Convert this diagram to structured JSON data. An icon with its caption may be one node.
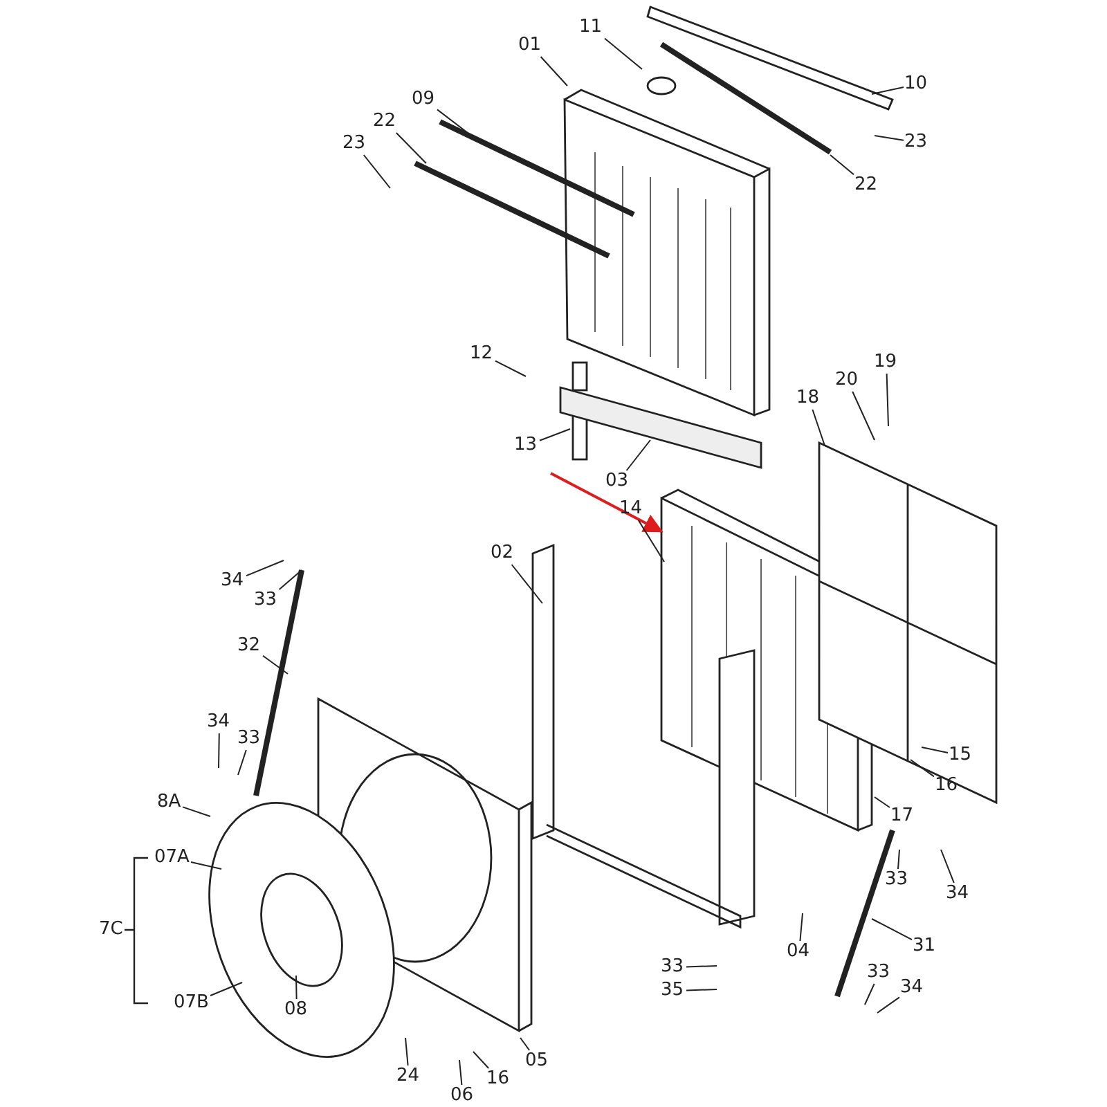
{
  "diagram": {
    "nodes": [
      {
        "text": [
          "01"
        ]
      },
      {
        "text": [
          "11"
        ]
      },
      {
        "text": [
          "10"
        ]
      },
      {
        "text": [
          "09"
        ]
      },
      {
        "text": [
          "22"
        ]
      },
      {
        "text": [
          "23"
        ]
      },
      {
        "text": [
          "23"
        ]
      },
      {
        "text": [
          "22"
        ]
      },
      {
        "text": [
          "12"
        ]
      },
      {
        "text": [
          "13"
        ]
      },
      {
        "text": [
          "03"
        ]
      },
      {
        "text": [
          "18"
        ]
      },
      {
        "text": [
          "20"
        ]
      },
      {
        "text": [
          "19"
        ]
      },
      {
        "text": [
          "14"
        ]
      },
      {
        "text": [
          "02"
        ]
      },
      {
        "text": [
          "34"
        ]
      },
      {
        "text": [
          "33"
        ]
      },
      {
        "text": [
          "32"
        ]
      },
      {
        "text": [
          "34"
        ]
      },
      {
        "text": [
          "33"
        ]
      },
      {
        "text": [
          "8A"
        ]
      },
      {
        "text": [
          "07A"
        ]
      },
      {
        "text": [
          "07B"
        ]
      },
      {
        "text": [
          "08"
        ]
      },
      {
        "text": [
          "15"
        ]
      },
      {
        "text": [
          "16"
        ]
      },
      {
        "text": [
          "17"
        ]
      },
      {
        "text": [
          "33"
        ]
      },
      {
        "text": [
          "34"
        ]
      },
      {
        "text": [
          "31"
        ]
      },
      {
        "text": [
          "04"
        ]
      },
      {
        "text": [
          "33"
        ]
      },
      {
        "text": [
          "35"
        ]
      },
      {
        "text": [
          "33"
        ]
      },
      {
        "text": [
          "34"
        ]
      },
      {
        "text": [
          "24"
        ]
      },
      {
        "text": [
          "16"
        ]
      },
      {
        "text": [
          "06"
        ]
      },
      {
        "text": [
          "05"
        ]
      }
    ],
    "edges": [
      {
        "from": 0,
        "to": null,
        "arrow": "none"
      },
      {
        "from": 1,
        "to": null,
        "arrow": "none"
      },
      {
        "from": 2,
        "to": null,
        "arrow": "none"
      },
      {
        "from": 3,
        "to": null,
        "arrow": "none"
      },
      {
        "from": 4,
        "to": null,
        "arrow": "none"
      },
      {
        "from": 5,
        "to": null,
        "arrow": "none"
      },
      {
        "from": 6,
        "to": null,
        "arrow": "none"
      },
      {
        "from": 7,
        "to": null,
        "arrow": "none"
      },
      {
        "from": 8,
        "to": null,
        "arrow": "none"
      },
      {
        "from": 9,
        "to": null,
        "arrow": "none"
      },
      {
        "from": 10,
        "to": null,
        "arrow": "none"
      },
      {
        "from": 11,
        "to": null,
        "arrow": "none"
      },
      {
        "from": 12,
        "to": null,
        "arrow": "none"
      },
      {
        "from": 13,
        "to": null,
        "arrow": "none"
      },
      {
        "from": 14,
        "to": null,
        "arrow": "none"
      },
      {
        "from": 15,
        "to": null,
        "arrow": "none"
      },
      {
        "from": 16,
        "to": null,
        "arrow": "none"
      },
      {
        "from": 17,
        "to": null,
        "arrow": "none"
      },
      {
        "from": 18,
        "to": null,
        "arrow": "none"
      },
      {
        "from": 19,
        "to": null,
        "arrow": "none"
      },
      {
        "from": 20,
        "to": null,
        "arrow": "none"
      },
      {
        "from": 21,
        "to": null,
        "arrow": "none"
      },
      {
        "from": 22,
        "to": null,
        "arrow": "none"
      },
      {
        "from": 23,
        "to": null,
        "arrow": "none"
      },
      {
        "from": 24,
        "to": null,
        "arrow": "none"
      },
      {
        "from": 25,
        "to": null,
        "arrow": "none"
      },
      {
        "from": 26,
        "to": null,
        "arrow": "none"
      },
      {
        "from": 27,
        "to": null,
        "arrow": "none"
      },
      {
        "from": 28,
        "to": null,
        "arrow": "none"
      },
      {
        "from": 29,
        "to": null,
        "arrow": "none"
      },
      {
        "from": 30,
        "to": null,
        "arrow": "none"
      },
      {
        "from": 31,
        "to": null,
        "arrow": "none"
      },
      {
        "from": 32,
        "to": null,
        "arrow": "none"
      },
      {
        "from": 33,
        "to": null,
        "arrow": "none"
      },
      {
        "from": 34,
        "to": null,
        "arrow": "none"
      },
      {
        "from": 35,
        "to": null,
        "arrow": "none"
      },
      {
        "from": 36,
        "to": null,
        "arrow": "none"
      },
      {
        "from": 37,
        "to": null,
        "arrow": "none"
      },
      {
        "from": 38,
        "to": null,
        "arrow": "none"
      },
      {
        "from": 39,
        "to": null,
        "arrow": "none"
      }
    ],
    "labels": [
      "7C"
    ]
  }
}
